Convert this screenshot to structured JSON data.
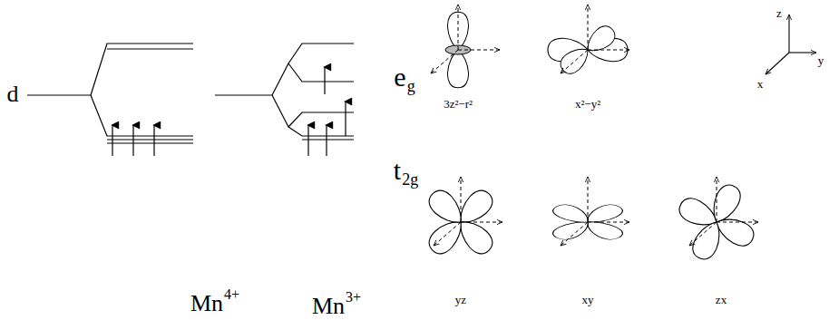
{
  "diagram": {
    "labels": [
      "d",
      "Mn",
      "4+",
      "Mn",
      "3+",
      "e",
      "g",
      "t",
      "2g",
      "3z²−r²",
      "x²−y²",
      "z",
      "y",
      "x",
      "yz",
      "xy",
      "zx"
    ]
  }
}
